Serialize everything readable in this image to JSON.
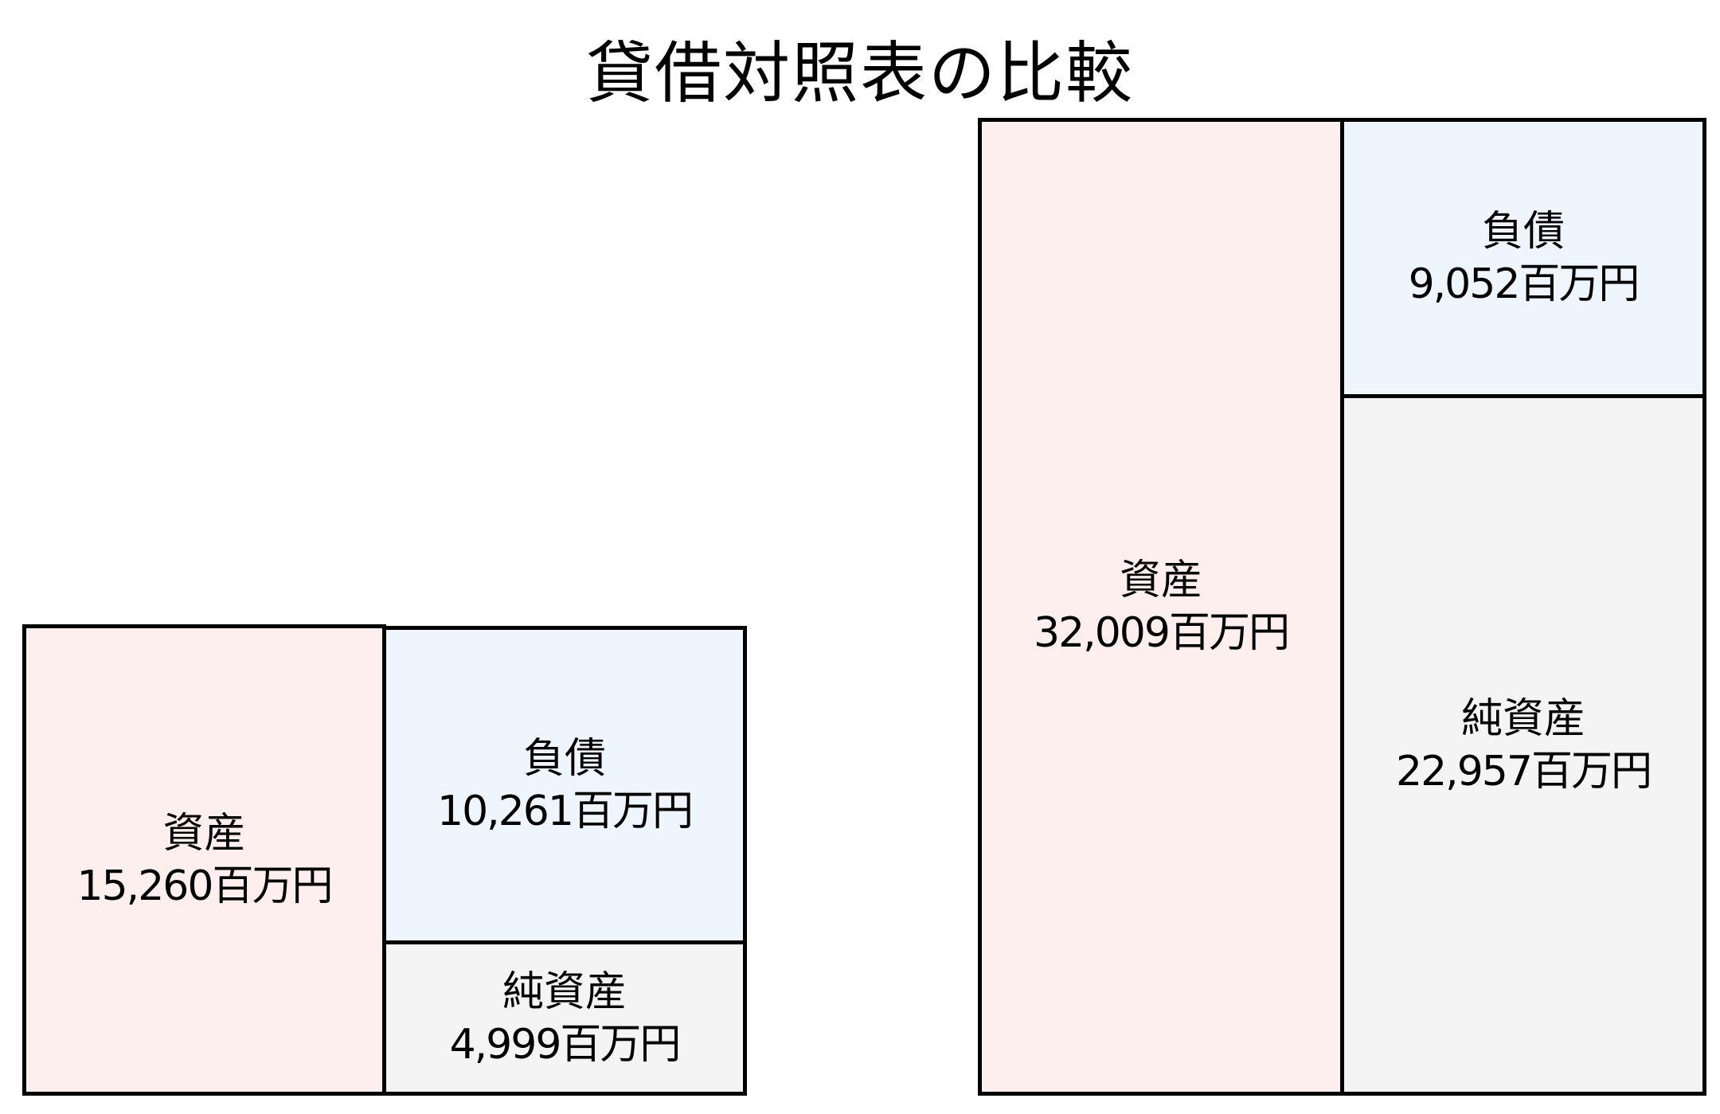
{
  "title": "貸借対照表の比較",
  "colors": {
    "assets": "#fdefee",
    "liabilities": "#eef5fd",
    "net_assets": "#f4f4f4",
    "border": "#000000"
  },
  "left": {
    "assets": {
      "label": "資産",
      "amount": "15,260百万円"
    },
    "liabilities": {
      "label": "負債",
      "amount": "10,261百万円"
    },
    "net_assets": {
      "label": "純資産",
      "amount": "4,999百万円"
    }
  },
  "right": {
    "assets": {
      "label": "資産",
      "amount": "32,009百万円"
    },
    "liabilities": {
      "label": "負債",
      "amount": "9,052百万円"
    },
    "net_assets": {
      "label": "純資産",
      "amount": "22,957百万円"
    }
  },
  "chart_data": {
    "type": "table",
    "title": "貸借対照表の比較",
    "unit": "百万円",
    "categories": [
      "資産",
      "負債",
      "純資産"
    ],
    "series": [
      {
        "name": "left",
        "values": [
          15260,
          10261,
          4999
        ]
      },
      {
        "name": "right",
        "values": [
          32009,
          9052,
          22957
        ]
      }
    ]
  }
}
